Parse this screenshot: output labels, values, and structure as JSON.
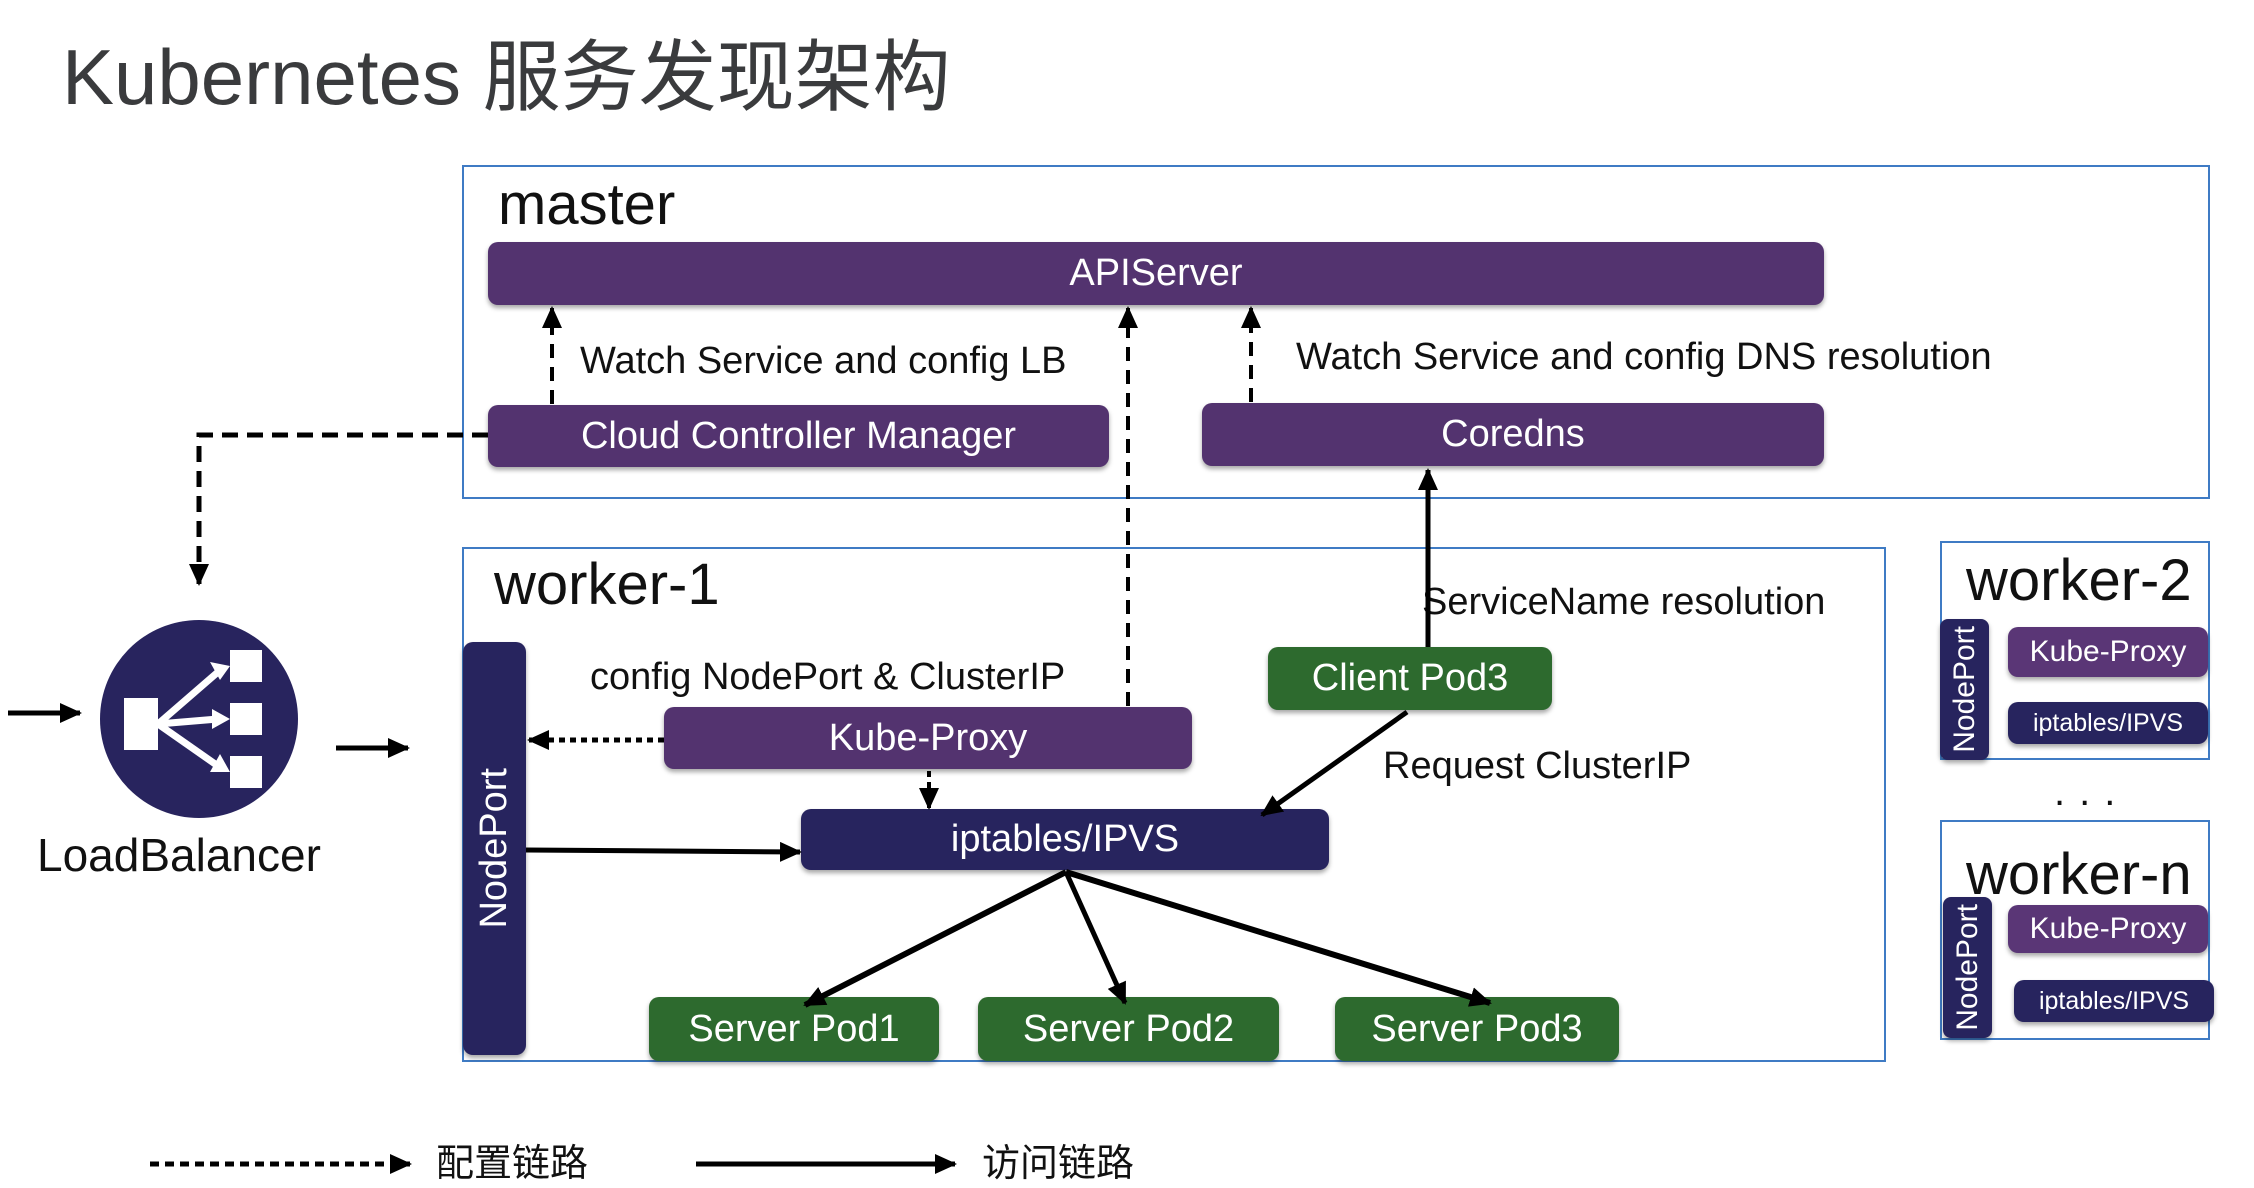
{
  "title": "Kubernetes 服务发现架构",
  "colors": {
    "control_plane": "#53336f",
    "network": "#27245e",
    "pod": "#2d6a2e",
    "frame_border": "#3f7bc4"
  },
  "master": {
    "label": "master",
    "apiserver": "APIServer",
    "cloud_controller_manager": "Cloud Controller Manager",
    "coredns": "Coredns",
    "note_lb": "Watch Service and config LB",
    "note_dns": "Watch Service and config DNS resolution"
  },
  "loadbalancer": {
    "label": "LoadBalancer",
    "icon": "load-balancer-icon"
  },
  "worker1": {
    "label": "worker-1",
    "nodeport": "NodePort",
    "kube_proxy": "Kube-Proxy",
    "iptables": "iptables/IPVS",
    "client_pod": "Client Pod3",
    "server_pods": [
      "Server Pod1",
      "Server Pod2",
      "Server Pod3"
    ],
    "note_config": "config NodePort & ClusterIP",
    "note_servicename": "ServiceName resolution",
    "note_request": "Request ClusterIP"
  },
  "worker2": {
    "label": "worker-2",
    "nodeport": "NodePort",
    "kube_proxy": "Kube-Proxy",
    "iptables": "iptables/IPVS"
  },
  "ellipsis": "...",
  "workern": {
    "label": "worker-n",
    "nodeport": "NodePort",
    "kube_proxy": "Kube-Proxy",
    "iptables": "iptables/IPVS"
  },
  "legend": {
    "config_path": "配置链路",
    "access_path": "访问链路"
  }
}
